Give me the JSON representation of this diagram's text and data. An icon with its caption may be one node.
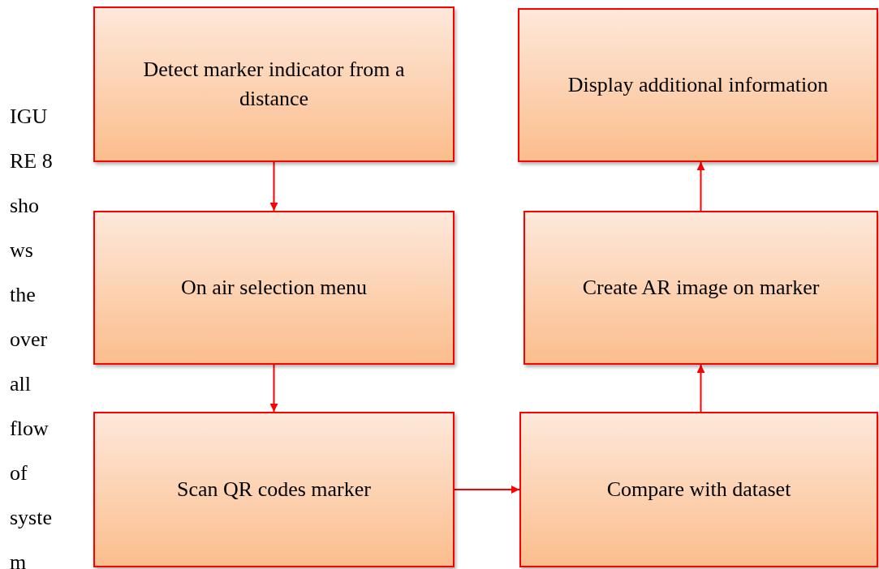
{
  "diagram": {
    "nodes": [
      {
        "text": [
          "Detect marker indicator from a distance"
        ]
      },
      {
        "text": [
          "On air selection menu"
        ]
      },
      {
        "text": [
          "Scan QR codes marker"
        ]
      },
      {
        "text": [
          "Compare with dataset"
        ]
      },
      {
        "text": [
          "Create AR image on marker"
        ]
      },
      {
        "text": [
          "Display additional information"
        ]
      }
    ],
    "edges": [
      {
        "from": 0,
        "to": 1,
        "arrow": "to"
      },
      {
        "from": 1,
        "to": 2,
        "arrow": "to"
      },
      {
        "from": 2,
        "to": 3,
        "arrow": "to"
      },
      {
        "from": 3,
        "to": 4,
        "arrow": "to"
      },
      {
        "from": 4,
        "to": 5,
        "arrow": "to"
      }
    ],
    "labels": [
      "IGU",
      "RE 8",
      "sho",
      "ws",
      "the",
      "over",
      "all",
      "flow",
      "of",
      "syste",
      "m"
    ]
  }
}
